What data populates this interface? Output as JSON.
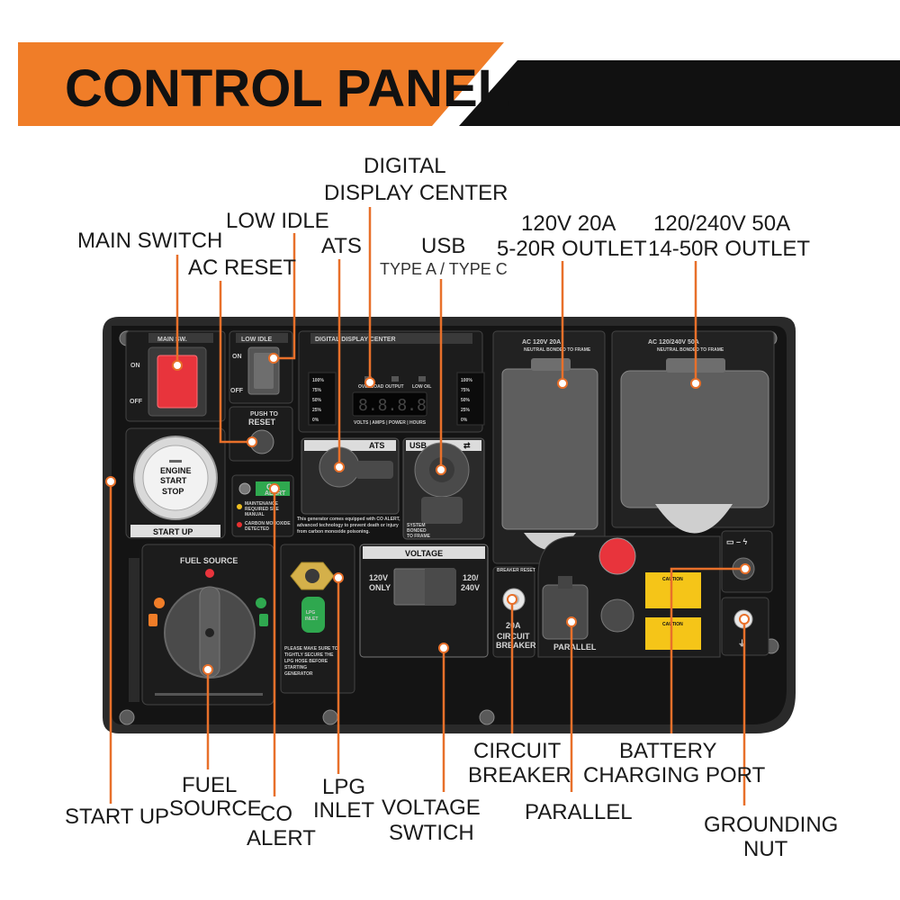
{
  "header": {
    "title": "CONTROL PANEL",
    "accent_color": "#f07d28",
    "bar_color": "#111111"
  },
  "callouts": {
    "main_switch": "MAIN SWITCH",
    "ac_reset": "AC RESET",
    "low_idle": "LOW IDLE",
    "ats": "ATS",
    "digital_display_1": "DIGITAL",
    "digital_display_2": "DISPLAY CENTER",
    "usb": "USB",
    "usb_sub": "TYPE A / TYPE C",
    "outlet_120_1": "120V 20A",
    "outlet_120_2": "5-20R OUTLET",
    "outlet_240_1": "120/240V 50A",
    "outlet_240_2": "14-50R OUTLET",
    "start_up": "START UP",
    "fuel_source_1": "FUEL",
    "fuel_source_2": "SOURCE",
    "co_alert_1": "CO",
    "co_alert_2": "ALERT",
    "lpg_inlet_1": "LPG",
    "lpg_inlet_2": "INLET",
    "voltage_switch_1": "VOLTAGE",
    "voltage_switch_2": "SWTICH",
    "circuit_breaker_1": "CIRCUIT",
    "circuit_breaker_2": "BREAKER",
    "parallel": "PARALLEL",
    "battery_1": "BATTERY",
    "battery_2": "CHARGING PORT",
    "grounding_1": "GROUNDING",
    "grounding_2": "NUT"
  },
  "panel": {
    "main_sw": "MAIN SW.",
    "on": "ON",
    "off": "OFF",
    "low_idle": "LOW IDLE",
    "digital_display_center": "DIGITAL DISPLAY CENTER",
    "fuel_left": [
      "100%",
      "75%",
      "50%",
      "25%",
      "0%"
    ],
    "fuel_right": [
      "100%",
      "75%",
      "50%",
      "25%",
      "0%"
    ],
    "indicators": [
      "OVERLOAD",
      "OUTPUT",
      "LOW OIL"
    ],
    "display_digits": "8.8.8.8",
    "display_modes": "VOLTS | AMPS | POWER | HOURS",
    "push_to": "PUSH TO",
    "reset": "RESET",
    "engine": "ENGINE",
    "start": "START",
    "stop": "STOP",
    "start_up": "START UP",
    "ats": "ATS",
    "usb": "USB",
    "usb_note_1": "SYSTEM",
    "usb_note_2": "BONDED",
    "usb_note_3": "TO FRAME",
    "co": "CO",
    "alert": "ALERT",
    "co_note_1": "MAINTENANCE",
    "co_note_2": "REQUIRED SEE",
    "co_note_3": "MANUAL",
    "co_note_4": "CARBON MONOXIDE",
    "co_note_5": "DETECTED",
    "co_warn_1": "This generator comes equipped with CO ALERT,",
    "co_warn_2": "advanced technology to prevent death or injury",
    "co_warn_3": "from carbon monoxide poisoning.",
    "fuel_source": "FUEL SOURCE",
    "lpg": "LPG",
    "inlet": "INLET",
    "lpg_note_1": "PLEASE MAKE SURE TO",
    "lpg_note_2": "TIGHTLY SECURE THE",
    "lpg_note_3": "LPG HOSE BEFORE",
    "lpg_note_4": "STARTING",
    "lpg_note_5": "GENERATOR",
    "voltage": "VOLTAGE",
    "v120": "120V",
    "only": "ONLY",
    "v120_240a": "120/",
    "v120_240b": "240V",
    "outlet_120": "AC 120V 20A",
    "outlet_240": "AC 120/240V 50A",
    "neutral_bonded": "NEUTRAL BONDED TO FRAME",
    "breaker_amps": "20A",
    "circuit": "CIRCUIT",
    "breaker": "BREAKER",
    "parallel": "PARALLEL",
    "caution": "CAUTION",
    "breaker_top": "BREAKER RESET"
  }
}
